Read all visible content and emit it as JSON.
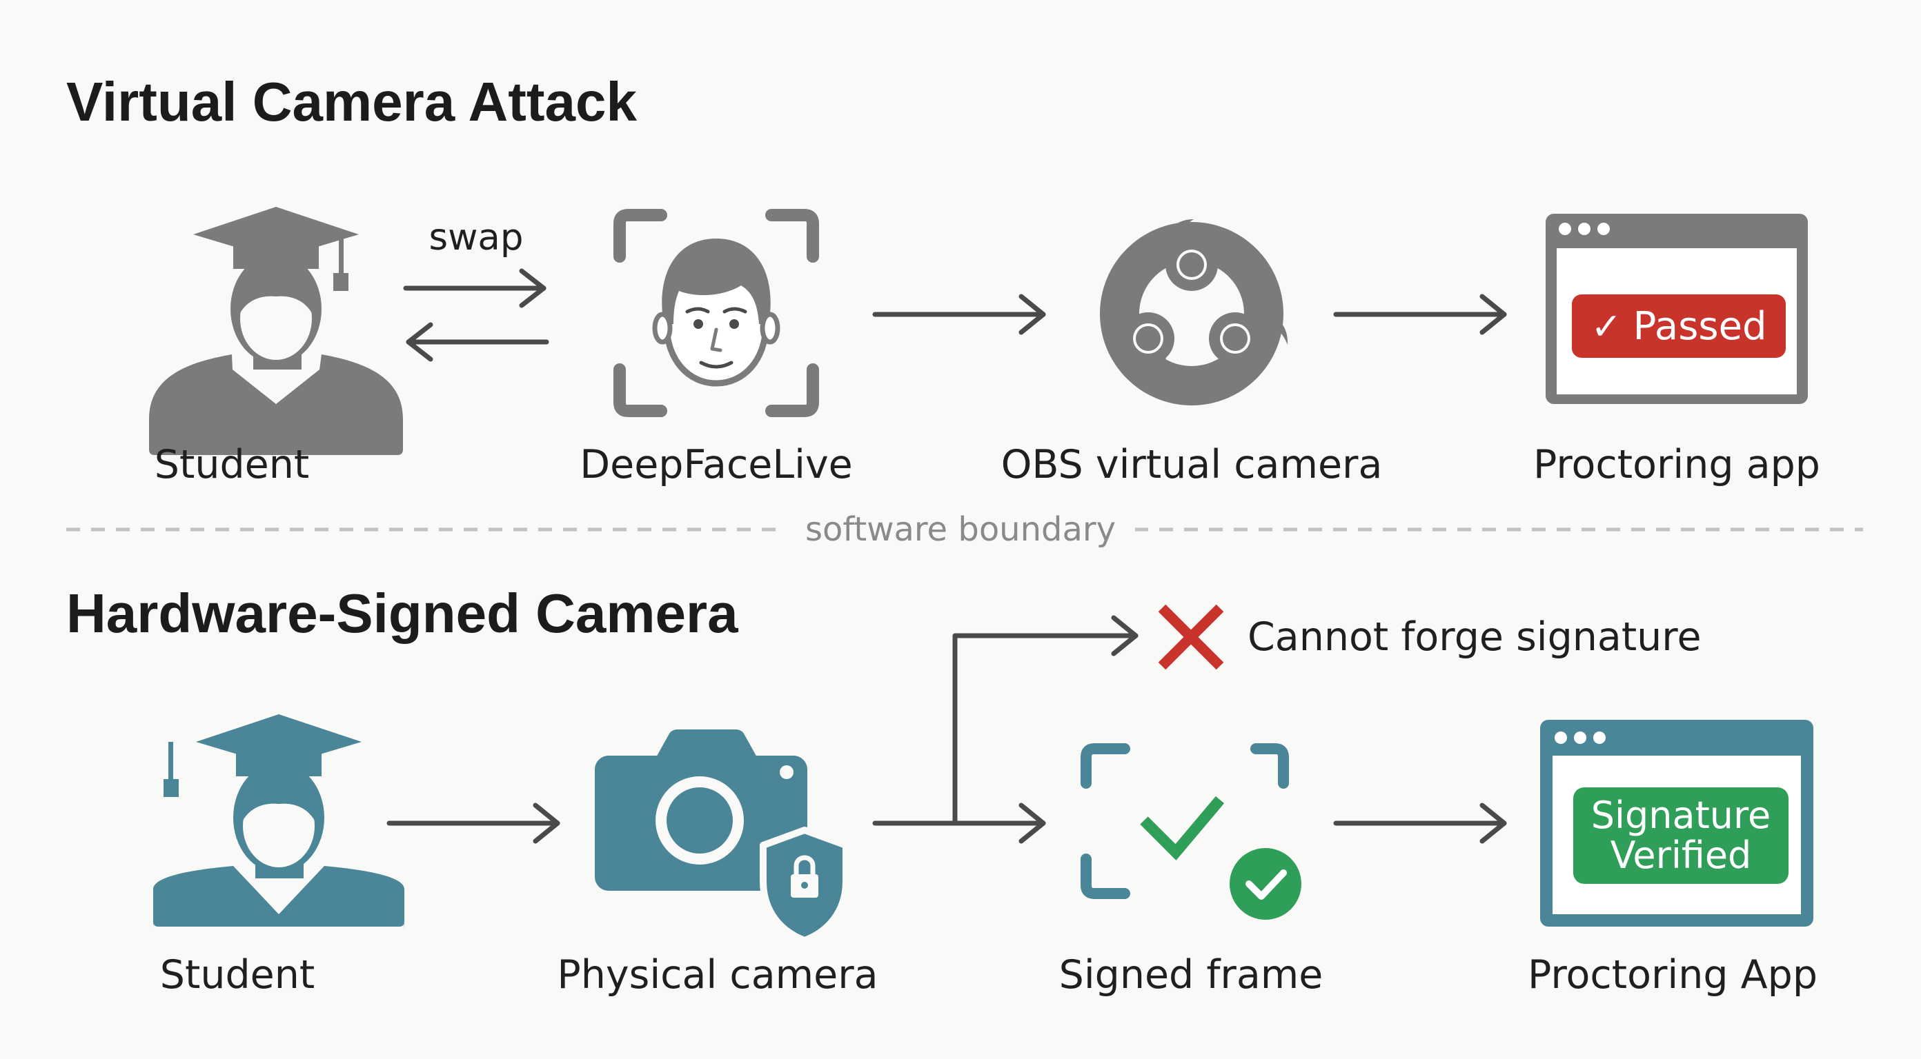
{
  "top_section": {
    "title": "Virtual Camera Attack",
    "swap_label": "swap",
    "nodes": [
      {
        "label": "Student",
        "icon": "student-icon"
      },
      {
        "label": "DeepFaceLive",
        "icon": "face-scan-icon"
      },
      {
        "label": "OBS virtual camera",
        "icon": "obs-logo-icon"
      },
      {
        "label": "Proctoring app",
        "icon": "browser-window-icon"
      }
    ],
    "result_badge": {
      "check": "✓",
      "text": "Passed",
      "color": "#c8342b"
    }
  },
  "boundary": {
    "label": "software boundary"
  },
  "bottom_section": {
    "title": "Hardware-Signed Camera",
    "nodes": [
      {
        "label": "Student",
        "icon": "student-icon"
      },
      {
        "label": "Physical camera",
        "icon": "camera-shield-icon"
      },
      {
        "label": "Signed frame",
        "icon": "signed-frame-icon"
      },
      {
        "label": "Proctoring App",
        "icon": "browser-window-icon"
      }
    ],
    "forge_note": "Cannot forge signature",
    "result_badge": {
      "line1": "Signature",
      "line2": "Verified",
      "color": "#2f9e58"
    }
  },
  "colors": {
    "gray_icon": "#7b7b7b",
    "teal_icon": "#4a8698",
    "arrow": "#4a4a4a",
    "red_x": "#c8342b",
    "green_check": "#2f9e58"
  }
}
